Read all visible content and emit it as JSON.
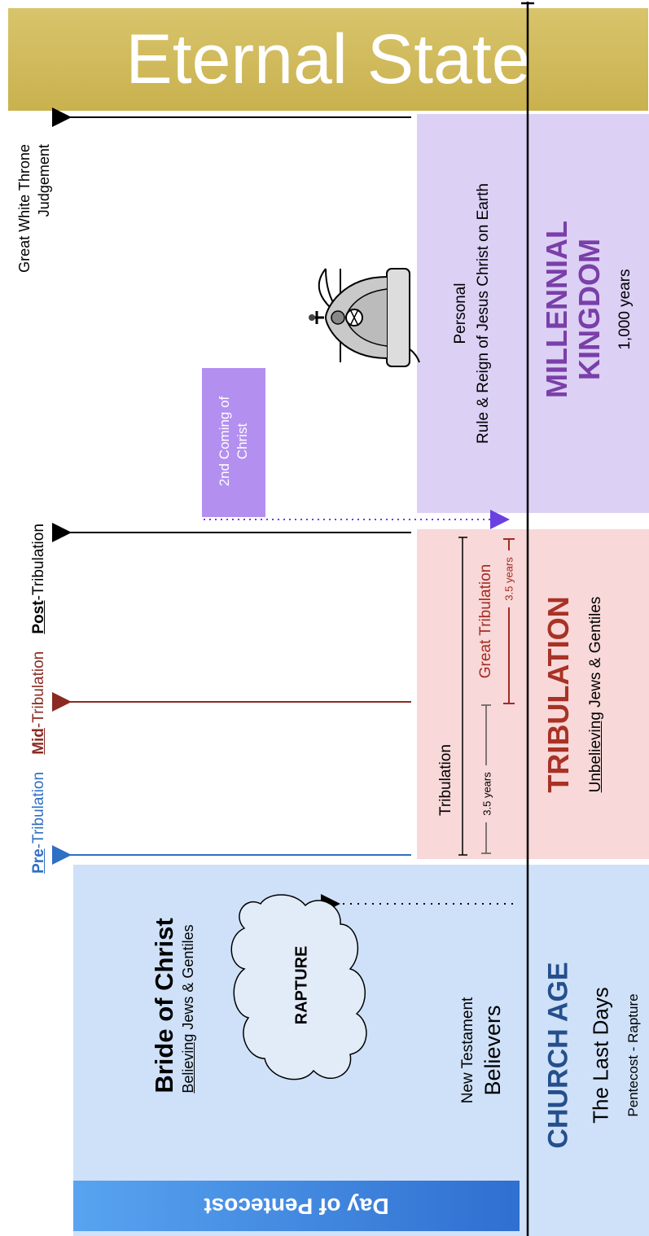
{
  "eternal_state": {
    "label": "Eternal State",
    "color": "#d4bf63"
  },
  "millennial": {
    "title_line1": "MILLENNIAL",
    "title_line2": "KINGDOM",
    "duration": "1,000 years",
    "desc_line1": "Personal",
    "desc_line2": "Rule & Reign of Jesus Christ on Earth",
    "color": "#dcd0f5",
    "title_color": "#7a3fa8"
  },
  "second_coming": {
    "line1": "2nd Coming of",
    "line2": "Christ",
    "color": "#b38ff0"
  },
  "great_white_throne": {
    "line1": "Great White Throne",
    "line2": "Judgement"
  },
  "rapture_views": {
    "pre_bold": "Pre",
    "pre_rest": "-Tribulation",
    "mid_bold": "Mid",
    "mid_rest": "-Tribulation",
    "post_bold": "Post",
    "post_rest": "-Tribulation",
    "pre_color": "#2f6fc4",
    "mid_color": "#8b2a22",
    "post_color": "#000000"
  },
  "tribulation": {
    "title": "TRIBULATION",
    "sub_underlined": "Unbelieving",
    "sub_rest": " Jews & Gentiles",
    "label": "Tribulation",
    "first_half": "3.5 years",
    "great_label": "Great Tribulation",
    "second_half": "3.5 years",
    "color": "#f8d8d8",
    "title_color": "#a83226"
  },
  "church_age": {
    "title": "CHURCH AGE",
    "sub1": "The Last Days",
    "sub2": "Pentecost - Rapture",
    "bride_title": "Bride of Christ",
    "bride_sub_underlined": "Believing",
    "bride_sub_rest": " Jews & Gentiles",
    "nt_line1": "New Testament",
    "nt_line2": "Believers",
    "rapture": "RAPTURE",
    "day_of_pentecost": "Day of Pentecost",
    "color": "#cfe1f9",
    "title_color": "#254f8c"
  },
  "crown_icon": "crown-icon"
}
